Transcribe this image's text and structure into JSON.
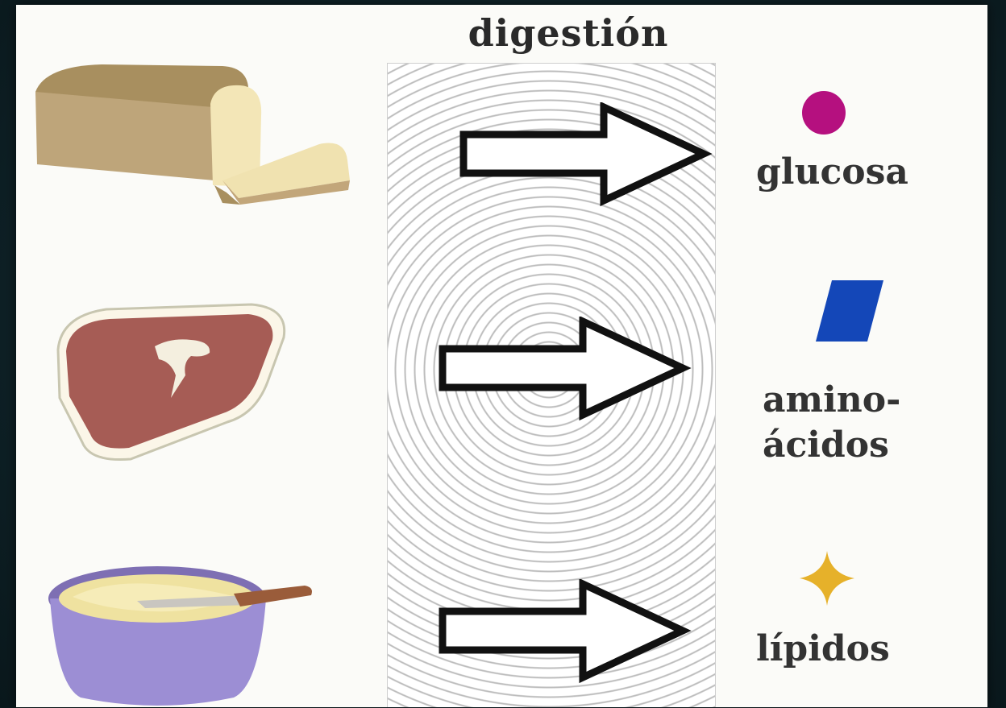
{
  "title": "digestión",
  "rows": [
    {
      "food_icon": "bread-icon",
      "product": "glucosa",
      "product_icon": "circle-icon",
      "product_color": "#b5107f"
    },
    {
      "food_icon": "meat-icon",
      "product": "amino-\nácidos",
      "product_icon": "parallelogram-icon",
      "product_color": "#1447b8"
    },
    {
      "food_icon": "butter-bowl-icon",
      "product": "lípidos",
      "product_icon": "star-icon",
      "product_color": "#e6b12a"
    }
  ]
}
